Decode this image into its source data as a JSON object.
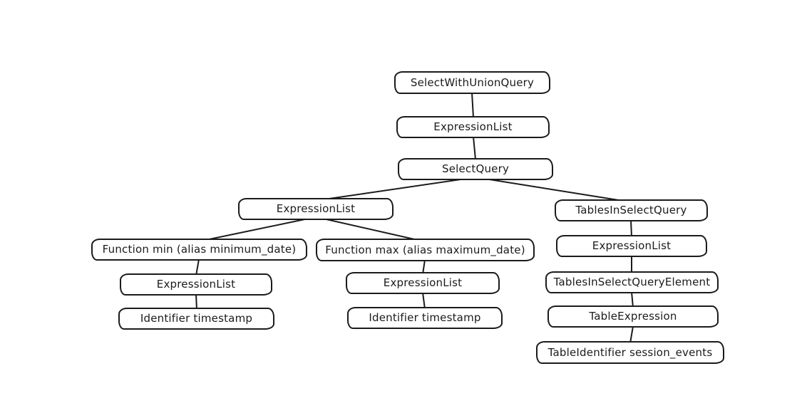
{
  "diagram": {
    "type": "tree",
    "description": "Abstract syntax tree of a SQL select query",
    "nodes": [
      {
        "id": "select_with_union_query",
        "label": "SelectWithUnionQuery"
      },
      {
        "id": "expression_list_root",
        "label": "ExpressionList"
      },
      {
        "id": "select_query",
        "label": "SelectQuery"
      },
      {
        "id": "expression_list_select",
        "label": "ExpressionList"
      },
      {
        "id": "tables_in_select_query",
        "label": "TablesInSelectQuery"
      },
      {
        "id": "function_min",
        "label": "Function min (alias minimum_date)"
      },
      {
        "id": "function_max",
        "label": "Function max (alias maximum_date)"
      },
      {
        "id": "expression_list_tables",
        "label": "ExpressionList"
      },
      {
        "id": "expression_list_min",
        "label": "ExpressionList"
      },
      {
        "id": "expression_list_max",
        "label": "ExpressionList"
      },
      {
        "id": "tables_in_select_query_element",
        "label": "TablesInSelectQueryElement"
      },
      {
        "id": "identifier_timestamp_min",
        "label": "Identifier timestamp"
      },
      {
        "id": "identifier_timestamp_max",
        "label": "Identifier timestamp"
      },
      {
        "id": "table_expression",
        "label": "TableExpression"
      },
      {
        "id": "table_identifier_session_events",
        "label": "TableIdentifier session_events"
      }
    ],
    "edges": [
      {
        "from": "select_with_union_query",
        "to": "expression_list_root"
      },
      {
        "from": "expression_list_root",
        "to": "select_query"
      },
      {
        "from": "select_query",
        "to": "expression_list_select"
      },
      {
        "from": "select_query",
        "to": "tables_in_select_query"
      },
      {
        "from": "expression_list_select",
        "to": "function_min"
      },
      {
        "from": "expression_list_select",
        "to": "function_max"
      },
      {
        "from": "function_min",
        "to": "expression_list_min"
      },
      {
        "from": "expression_list_min",
        "to": "identifier_timestamp_min"
      },
      {
        "from": "function_max",
        "to": "expression_list_max"
      },
      {
        "from": "expression_list_max",
        "to": "identifier_timestamp_max"
      },
      {
        "from": "tables_in_select_query",
        "to": "expression_list_tables"
      },
      {
        "from": "expression_list_tables",
        "to": "tables_in_select_query_element"
      },
      {
        "from": "tables_in_select_query_element",
        "to": "table_expression"
      },
      {
        "from": "table_expression",
        "to": "table_identifier_session_events"
      }
    ],
    "colors": {
      "stroke": "#1b1b1b",
      "background": "#ffffff"
    }
  }
}
